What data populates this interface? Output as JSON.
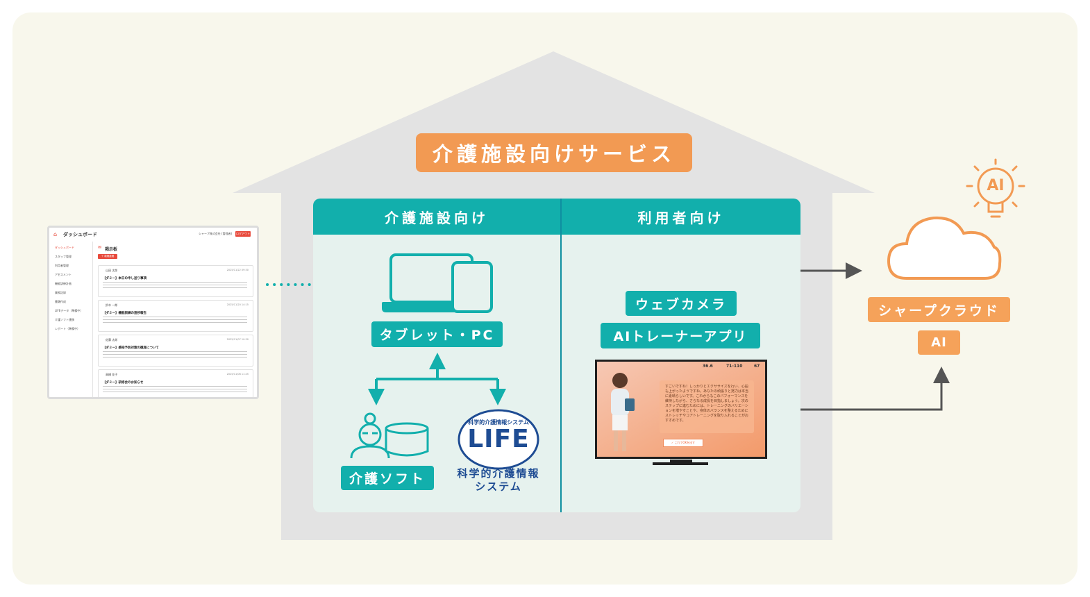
{
  "main_title": "介護施設向けサービス",
  "columns": {
    "facility": "介護施設向け",
    "user": "利用者向け"
  },
  "facility": {
    "device_label": "タブレット・PC",
    "care_software_label": "介護ソフト",
    "life_logo_top": "科学的介護情報システム",
    "life_logo_main": "LIFE",
    "life_caption_line1": "科学的介護情報",
    "life_caption_line2": "システム"
  },
  "user": {
    "webcam_label": "ウェブカメラ",
    "trainer_app_label": "AIトレーナーアプリ",
    "tv_stats": [
      "36.6",
      "71-110",
      "67"
    ],
    "tv_message": "すごいですね！しっかりとエクササイズを行い、心拍も上がったようですね。あなたの頑張りと努力は本当に素晴らしいです。これからもこのパフォーマンスを維持しながら、さらなる成長を目指しましょう。次のステップに進むためには、トレーニングのバリエーションを増やすことや、身体のバランスを整えるためにストレッチやコアトレーニングを取り入れることがおすすめです。",
    "tv_button": "✓ これでOKを出す"
  },
  "cloud": {
    "ai_badge": "AI",
    "cloud_label": "シャープクラウド",
    "ai_label": "AI"
  },
  "dashboard": {
    "title": "ダッシュボード",
    "user": "シャープ株式会社 (管理者)",
    "logout": "ログアウト",
    "sidebar": [
      "ダッシュボード",
      "スタッフ管理",
      "利用者管理",
      "アセスメント",
      "機能訓練計画",
      "業務記録",
      "書類作成",
      "LIFEデータ（準備中）",
      "介護ソフト連携",
      "レポート（準備中）"
    ],
    "board_title": "掲示板",
    "new_post": "＋ 新規投稿",
    "posts": [
      {
        "author": "山田 太郎",
        "date": "2025/11/22 09:30",
        "title": "【ダミー】本日の申し送り事項"
      },
      {
        "author": "鈴木 一郎",
        "date": "2025/11/20 14:15",
        "title": "【ダミー】機能訓練の進捗報告"
      },
      {
        "author": "佐藤 太郎",
        "date": "2025/11/07 10:30",
        "title": "【ダミー】感染予防対策の徹底について"
      },
      {
        "author": "高橋 花子",
        "date": "2025/11/06 11:45",
        "title": "【ダミー】研修会のお知らせ"
      }
    ]
  },
  "colors": {
    "teal": "#12afac",
    "orange": "#f29a53",
    "house": "#e3e3e3",
    "panel": "#e6f2ee",
    "arrow": "#555555"
  }
}
